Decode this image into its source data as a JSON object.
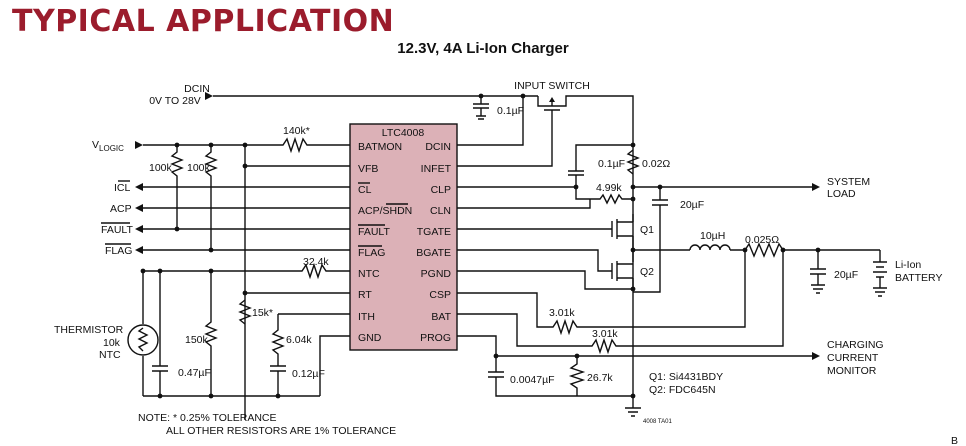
{
  "header": {
    "title": "TYPICAL APPLICATION",
    "subtitle": "12.3V, 4A Li-Ion Charger"
  },
  "colors": {
    "heading": "#9b1c2c",
    "ic_fill": "#dcb1b7",
    "line": "#111111"
  },
  "ic": {
    "name": "LTC4008",
    "left_pins": [
      "BATMON",
      "VFB",
      "CL",
      "ACP/SHDN",
      "FAULT",
      "FLAG",
      "NTC",
      "RT",
      "ITH",
      "GND"
    ],
    "right_pins": [
      "DCIN",
      "INFET",
      "CLP",
      "CLN",
      "TGATE",
      "BGATE",
      "PGND",
      "CSP",
      "BAT",
      "PROG"
    ]
  },
  "signals": {
    "dcin": "DCIN",
    "dcin_range": "0V TO 28V",
    "vlogic": "VLOGIC",
    "icl": "ICL",
    "acp": "ACP",
    "fault": "FAULT",
    "flag": "FLAG",
    "input_switch": "INPUT SWITCH",
    "system_load_1": "SYSTEM",
    "system_load_2": "LOAD",
    "battery_1": "Li-Ion",
    "battery_2": "BATTERY",
    "ccm_1": "CHARGING",
    "ccm_2": "CURRENT",
    "ccm_3": "MONITOR",
    "thermistor_1": "THERMISTOR",
    "thermistor_2": "10k",
    "thermistor_3": "NTC"
  },
  "components": {
    "r_batmon": "140k*",
    "r_pullup_1": "100k",
    "r_pullup_2": "100k",
    "r_ntc": "32.4k",
    "r_150k": "150k",
    "r_15k": "15k*",
    "r_ith": "6.04k",
    "c_ith": "0.12µF",
    "c_ntc": "0.47µF",
    "c_dcin": "0.1µF",
    "c_clp": "0.1µF",
    "r_sense_in": "0.02Ω",
    "r_clp": "4.99k",
    "c_in": "20µF",
    "l1": "10µH",
    "r_sense_out": "0.025Ω",
    "c_out": "20µF",
    "r_csp": "3.01k",
    "r_bat": "3.01k",
    "c_prog": "0.0047µF",
    "r_prog": "26.7k",
    "q1_label": "Q1",
    "q2_label": "Q2",
    "q1_part": "Q1: Si4431BDY",
    "q2_part": "Q2: FDC645N"
  },
  "notes": {
    "line1": "NOTE: * 0.25% TOLERANCE",
    "line2": "ALL OTHER RESISTORS ARE 1% TOLERANCE",
    "code": "4008 TA01",
    "corner": "B"
  }
}
